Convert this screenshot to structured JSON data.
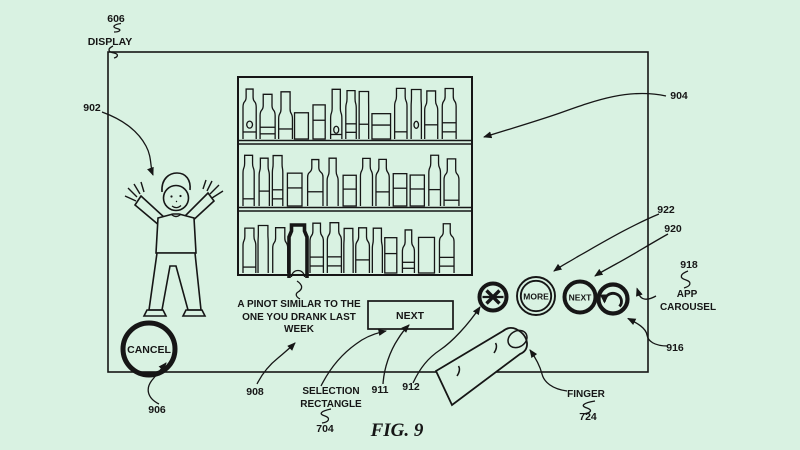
{
  "figure": {
    "caption": "FIG. 9"
  },
  "colors": {
    "background": "#d9f2e2",
    "ink": "#161616",
    "border": "#454545"
  },
  "display": {
    "ref": "606",
    "label": "DISPLAY"
  },
  "person": {
    "ref": "902"
  },
  "wine_shelf": {
    "ref": "904"
  },
  "cancel_button": {
    "ref": "906",
    "label": "CANCEL"
  },
  "recommendation_text": {
    "ref": "908",
    "lines": [
      "A PINOT SIMILAR TO THE",
      "ONE YOU DRANK LAST",
      "WEEK"
    ]
  },
  "selection_rectangle": {
    "ref": "704",
    "label_lines": [
      "SELECTION",
      "RECTANGLE"
    ]
  },
  "next_button": {
    "ref": "911",
    "label": "NEXT"
  },
  "app_carousel": {
    "ref": "918",
    "label_lines": [
      "APP",
      "CAROUSEL"
    ],
    "buttons": [
      {
        "id": "dismiss",
        "ref": "912",
        "icon": "crossed-x-icon",
        "label": ""
      },
      {
        "id": "more",
        "ref": "922",
        "icon": "",
        "label": "MORE"
      },
      {
        "id": "next",
        "ref": "920",
        "icon": "",
        "label": "NEXT"
      },
      {
        "id": "undo",
        "ref": "916",
        "icon": "undo-arrow-icon",
        "label": ""
      }
    ]
  },
  "finger": {
    "ref": "724",
    "label": "FINGER"
  }
}
